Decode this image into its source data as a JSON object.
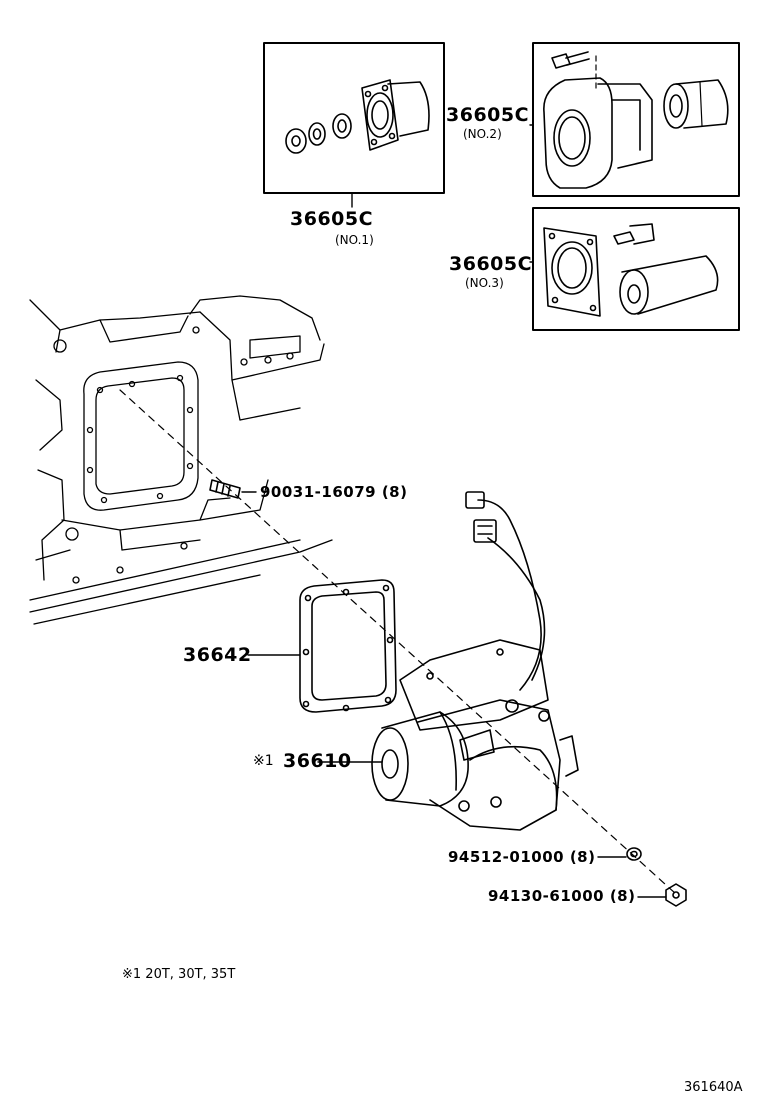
{
  "labels": {
    "no1_part": "36605C",
    "no1_sub": "(NO.1)",
    "no2_part": "36605C",
    "no2_sub": "(NO.2)",
    "no3_part": "36605C",
    "no3_sub": "(NO.3)",
    "stud": "90031-16079 (8)",
    "gasket": "36642",
    "actuator_mark": "※1",
    "actuator": "36610",
    "washer": "94512-01000 (8)",
    "nut": "94130-61000 (8)"
  },
  "footnote": "※1 20T, 30T, 35T",
  "diagram_id": "361640A"
}
